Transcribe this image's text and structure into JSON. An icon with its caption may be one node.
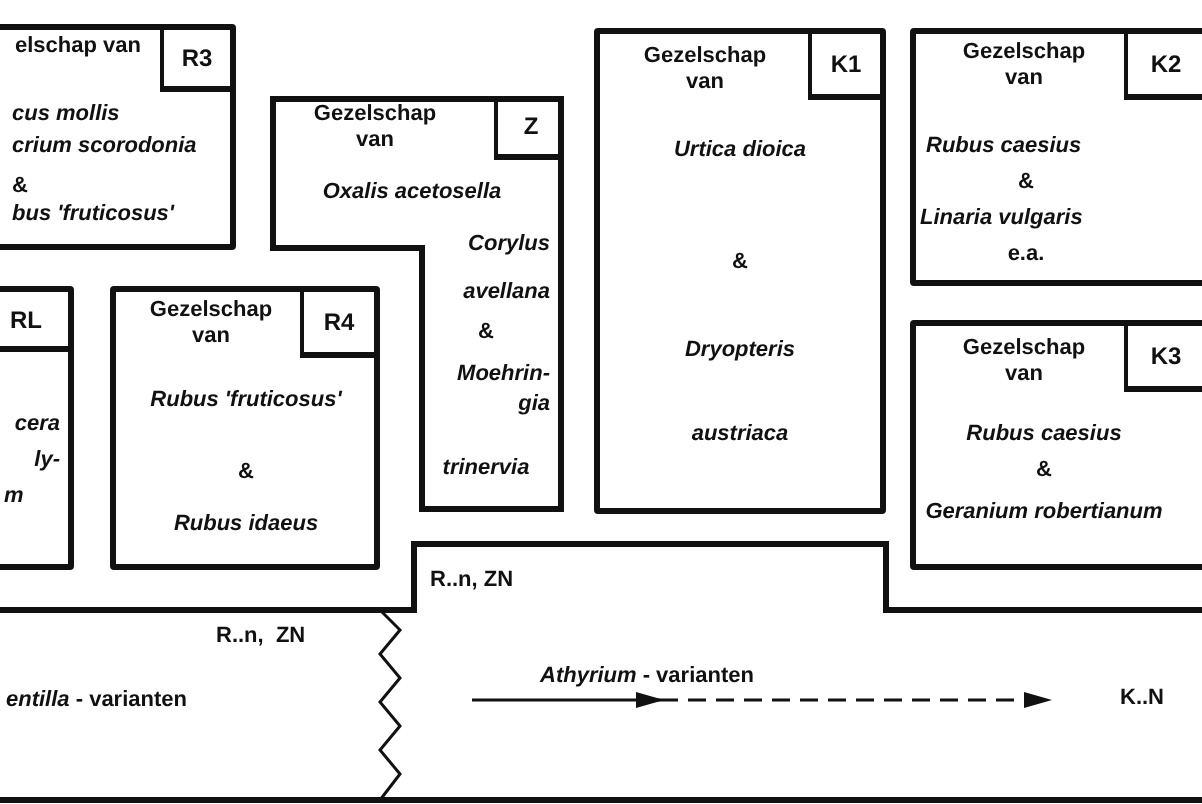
{
  "diagram": {
    "nodes": [
      {
        "text": [
          "elschap van",
          "R3",
          "cus mollis",
          "crium scorodonia",
          "&",
          "bus 'fruticosus'"
        ]
      },
      {
        "text": [
          "Gezelschap van",
          "Z",
          "Oxalis acetosella",
          "Corylus avellana",
          "&",
          "Moehrin-gia",
          "trinervia"
        ]
      },
      {
        "text": [
          "Gezelschap van",
          "K1",
          "Urtica dioica",
          "&",
          "Dryopteris",
          "austriaca"
        ]
      },
      {
        "text": [
          "Gezelschap van",
          "K2",
          "Rubus caesius",
          "&",
          "Linaria vulgaris",
          "e.a."
        ]
      },
      {
        "text": [
          "Gezelschap van",
          "K3",
          "Rubus caesius",
          "&",
          "Geranium robertianum"
        ]
      },
      {
        "text": [
          "RL",
          "cera",
          "ly-",
          "m"
        ]
      },
      {
        "text": [
          "Gezelschap van",
          "R4",
          "Rubus 'fruticosus'",
          "&",
          "Rubus idaeus"
        ]
      },
      {
        "text": [
          "*entilla* - varianten"
        ]
      },
      {
        "text": [
          "*Athyrium* - varianten"
        ]
      }
    ],
    "labels": [
      "R..n, ZN",
      "R..n,  ZN",
      "K..N"
    ]
  }
}
